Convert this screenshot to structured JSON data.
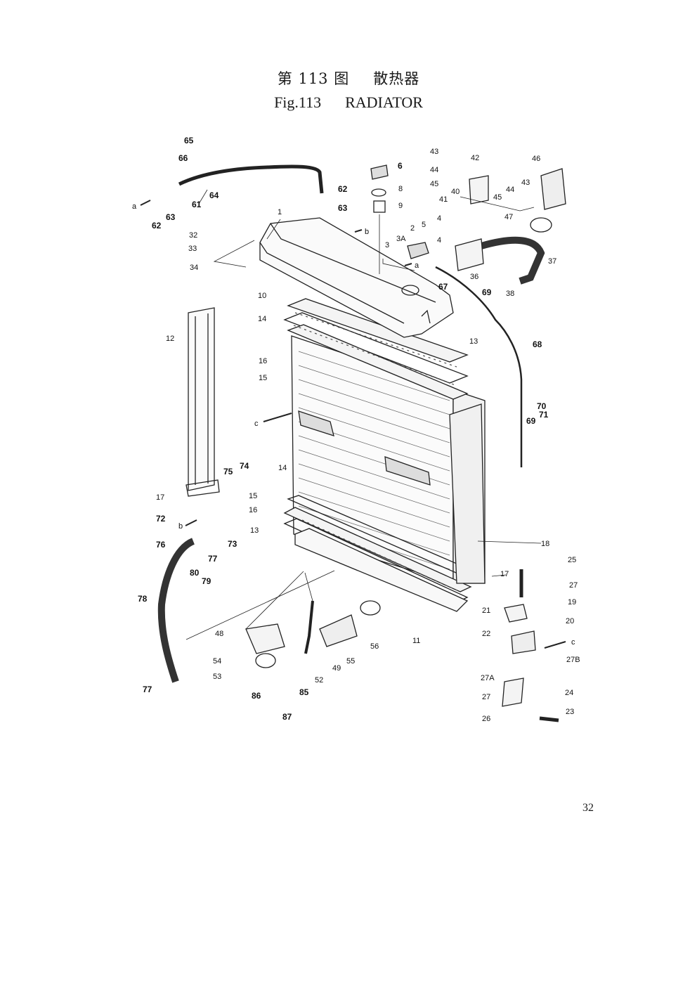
{
  "title": {
    "cn_fig": "第 113 图",
    "cn_name": "散热器",
    "en_fig": "Fig.113",
    "en_name": "RADIATOR"
  },
  "page_number": "32",
  "part_labels": {
    "p1": "1",
    "p2": "2",
    "p3": "3",
    "p3A": "3A",
    "p4a": "4",
    "p4b": "4",
    "p5": "5",
    "p6": "6",
    "p8": "8",
    "p9": "9",
    "p10": "10",
    "p11": "11",
    "p12": "12",
    "p13a": "13",
    "p13b": "13",
    "p14a": "14",
    "p14b": "14",
    "p15a": "15",
    "p15b": "15",
    "p16a": "16",
    "p16b": "16",
    "p17a": "17",
    "p17b": "17",
    "p18": "18",
    "p19": "19",
    "p20": "20",
    "p21": "21",
    "p22": "22",
    "p23": "23",
    "p24": "24",
    "p25": "25",
    "p26": "26",
    "p27a": "27",
    "p27b": "27",
    "p27A": "27A",
    "p27B": "27B",
    "p32": "32",
    "p33": "33",
    "p34": "34",
    "p36": "36",
    "p37": "37",
    "p38": "38",
    "p40": "40",
    "p41": "41",
    "p42": "42",
    "p43a": "43",
    "p43b": "43",
    "p44a": "44",
    "p44b": "44",
    "p45a": "45",
    "p45b": "45",
    "p46": "46",
    "p47": "47",
    "p48": "48",
    "p49": "49",
    "p52": "52",
    "p53": "53",
    "p54": "54",
    "p55": "55",
    "p56": "56",
    "p61": "61",
    "p62a": "62",
    "p62b": "62",
    "p63a": "63",
    "p63b": "63",
    "p64": "64",
    "p65": "65",
    "p66": "66",
    "p67": "67",
    "p68": "68",
    "p69a": "69",
    "p69b": "69",
    "p70": "70",
    "p71": "71",
    "p72": "72",
    "p73": "73",
    "p74": "74",
    "p75": "75",
    "p76": "76",
    "p77a": "77",
    "p77b": "77",
    "p78": "78",
    "p79": "79",
    "p80": "80",
    "p85": "85",
    "p86": "86",
    "p87": "87"
  },
  "refs": {
    "a1": "a",
    "a2": "a",
    "b1": "b",
    "b2": "b",
    "c1": "c",
    "c2": "c"
  }
}
